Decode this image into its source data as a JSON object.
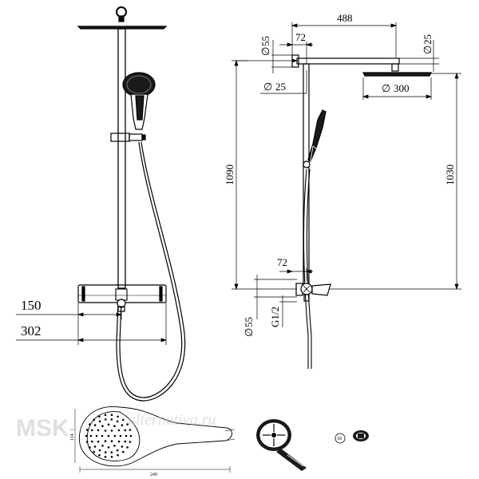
{
  "dimensions": {
    "front": {
      "width_150": "150",
      "width_302": "302"
    },
    "side": {
      "arm_length": "488",
      "offset_top": "72",
      "offset_bottom": "72",
      "dia_top_55": "55",
      "dia_top_25": "25",
      "dia_arm_25": "25",
      "head_diameter": "300",
      "height_1090": "1090",
      "height_1030": "1030",
      "dia_bottom_55": "55",
      "thread": "G1/2",
      "diameter_symbol": "∅"
    },
    "handshower": {
      "length": "249",
      "width": "114"
    },
    "accessory": {
      "label": "18"
    }
  },
  "watermark": {
    "brand": "MSK-",
    "domain": "alternativa.ru"
  },
  "colors": {
    "line": "#000000",
    "dark_fill": "#1a1a1a",
    "watermark": "#c8c8c8"
  }
}
